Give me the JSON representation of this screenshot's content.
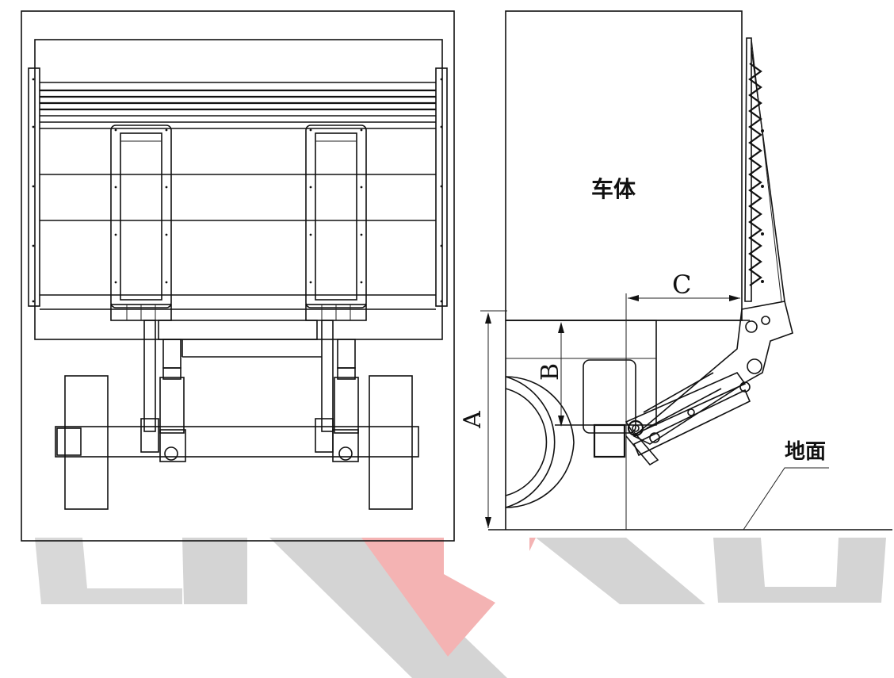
{
  "labels": {
    "vehicle_body": "车体",
    "ground": "地面",
    "dim_a": "A",
    "dim_b": "B",
    "dim_c": "C"
  },
  "watermark": {
    "colors": {
      "gray": "#d4d4d4",
      "red": "#f4b3b3"
    }
  }
}
